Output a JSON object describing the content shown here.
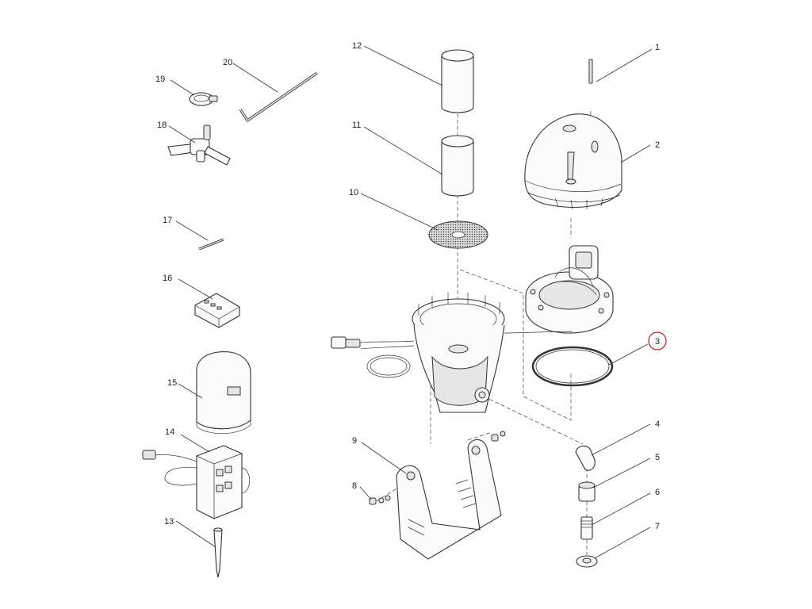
{
  "labels": [
    "1",
    "2",
    "3",
    "4",
    "5",
    "6",
    "7",
    "8",
    "9",
    "10",
    "11",
    "12",
    "13",
    "14",
    "15",
    "16",
    "17",
    "18",
    "19",
    "20"
  ],
  "highlighted_label": "3",
  "highlight_color": "#c0282d"
}
